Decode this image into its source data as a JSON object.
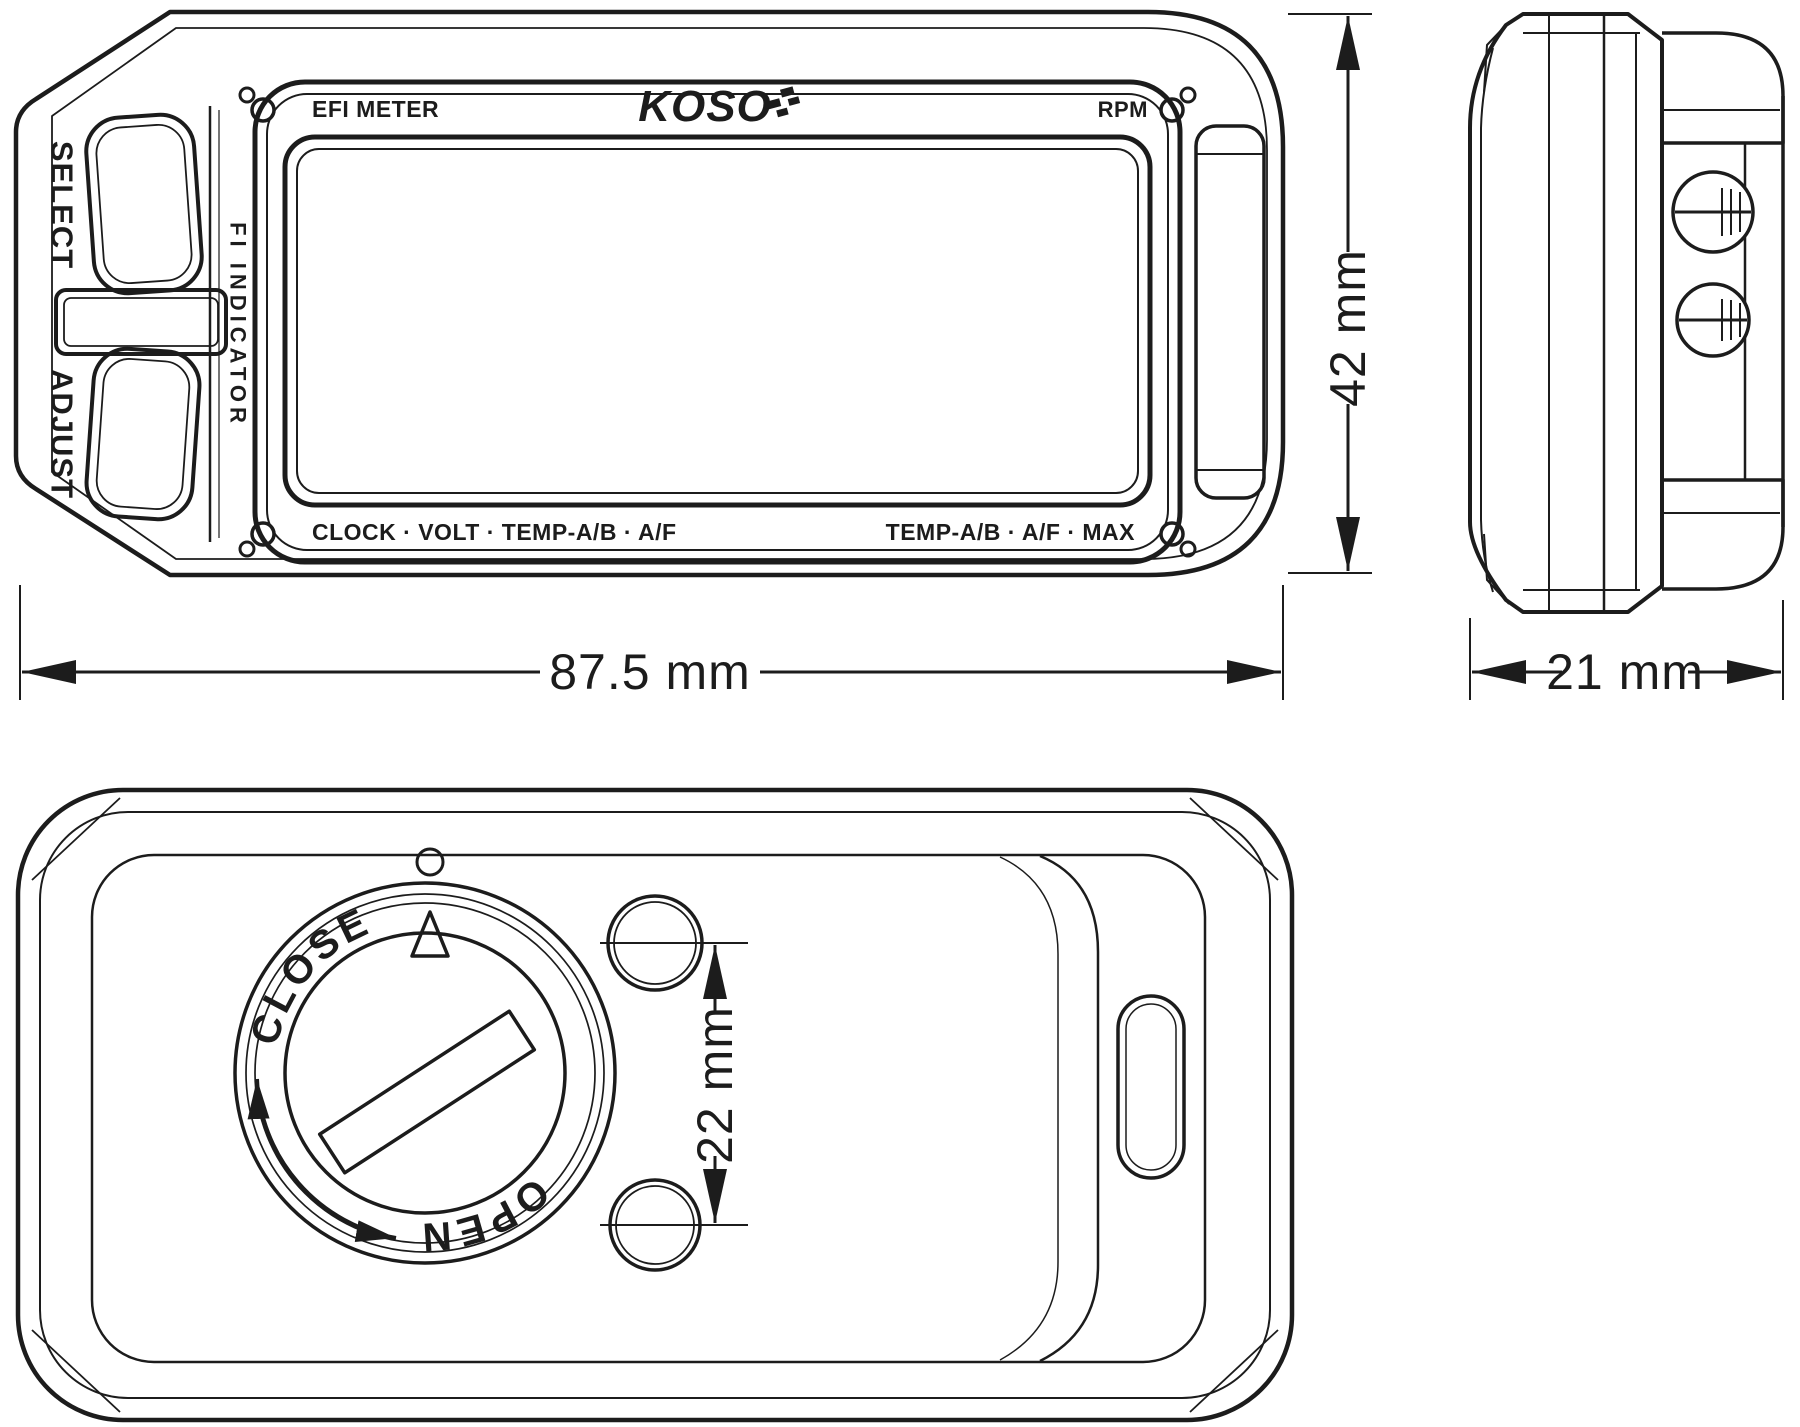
{
  "drawing": {
    "front": {
      "header_left": "EFI METER",
      "brand": "KOSO",
      "header_right": "RPM",
      "footer_left": "CLOCK · VOLT · TEMP-A/B · A/F",
      "footer_right": "TEMP-A/B · A/F · MAX",
      "button_select": "SELECT",
      "button_adjust": "ADJUST",
      "side_strip_label": "FI INDICATOR"
    },
    "back": {
      "battery_cap_close": "CLOSE",
      "battery_cap_open": "OPEN"
    },
    "dimensions": {
      "width": "87.5 mm",
      "height": "42 mm",
      "depth": "21 mm",
      "hole_spacing": "22 mm"
    },
    "colors": {
      "line": "#1c1c1c",
      "background": "#ffffff"
    }
  }
}
